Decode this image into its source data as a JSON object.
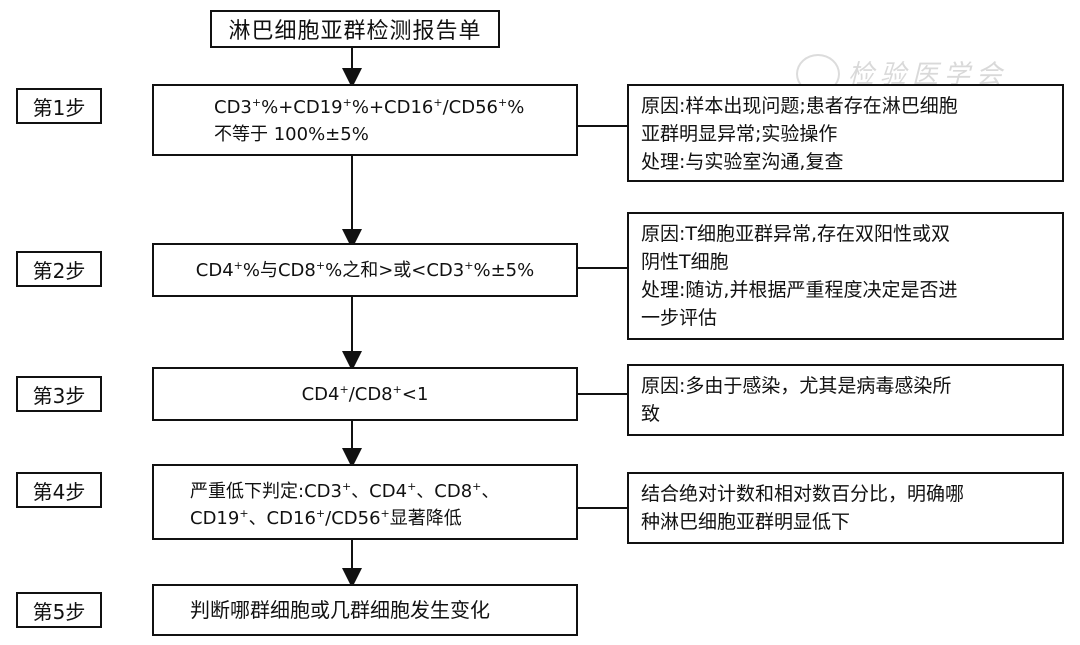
{
  "title": "淋巴细胞亚群检测报告单",
  "watermark": "检验医学会",
  "steps": [
    {
      "label": "第1步"
    },
    {
      "label": "第2步"
    },
    {
      "label": "第3步"
    },
    {
      "label": "第4步"
    },
    {
      "label": "第5步"
    }
  ],
  "conditions": {
    "step1": {
      "line1_parts": [
        "CD3",
        "+",
        "%+CD19",
        "+",
        "%+CD16",
        "+",
        "/CD56",
        "+",
        "%"
      ],
      "line2": "不等于  100%±5%"
    },
    "step2": {
      "parts": [
        "CD4",
        "+",
        "%与CD8",
        "+",
        "%之和>或<CD3",
        "+",
        "%±5%"
      ]
    },
    "step3": {
      "parts": [
        "CD4",
        "+",
        "/CD8",
        "+",
        "<1"
      ]
    },
    "step4": {
      "line1_parts": [
        "严重低下判定:CD3",
        "+",
        "、CD4",
        "+",
        "、CD8",
        "+",
        "、"
      ],
      "line2_parts": [
        "CD19",
        "+",
        "、CD16",
        "+",
        "/CD56",
        "+",
        "显著降低"
      ]
    },
    "step5": {
      "text": "判断哪群细胞或几群细胞发生变化"
    }
  },
  "notes": {
    "step1": [
      "原因:样本出现问题;患者存在淋巴细胞",
      "亚群明显异常;实验操作",
      "处理:与实验室沟通,复查"
    ],
    "step2": [
      "原因:T细胞亚群异常,存在双阳性或双",
      "阴性T细胞",
      "处理:随访,并根据严重程度决定是否进",
      "一步评估"
    ],
    "step3": [
      "原因:多由于感染，尤其是病毒感染所",
      "致"
    ],
    "step4": [
      "结合绝对计数和相对数百分比，明确哪",
      "种淋巴细胞亚群明显低下"
    ]
  }
}
